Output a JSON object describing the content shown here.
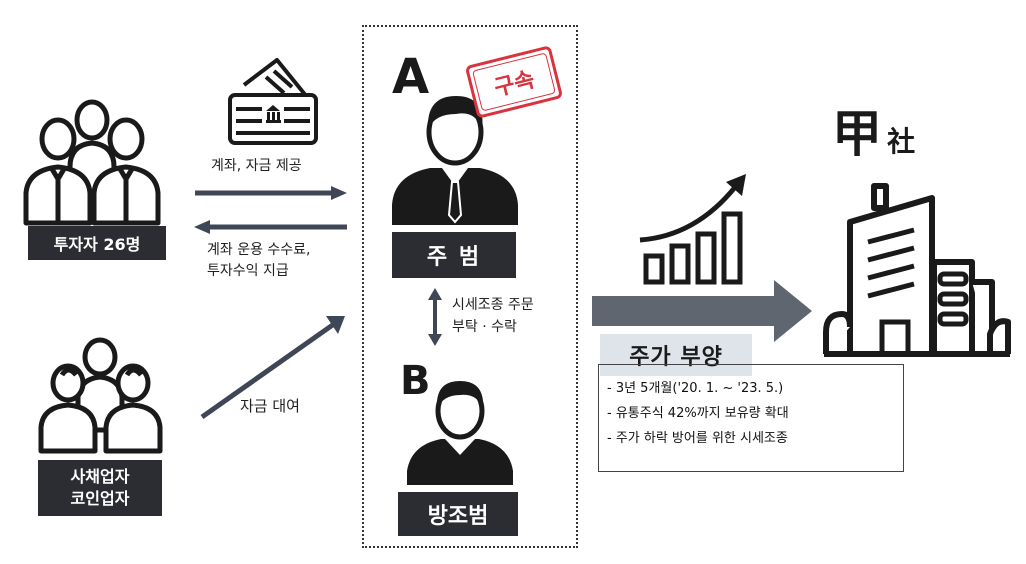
{
  "investors": {
    "label": "투자자 26명"
  },
  "lenders": {
    "label_line1": "사채업자",
    "label_line2": "코인업자"
  },
  "arrows": {
    "provide": "계좌, 자금 제공",
    "fee_line1": "계좌 운용 수수료,",
    "fee_line2": "투자수익 지급",
    "loan": "자금 대여",
    "request_line1": "시세조종 주문",
    "request_line2": "부탁 · 수락"
  },
  "principal": {
    "letter": "A",
    "label": "주 범",
    "stamp": "구속"
  },
  "accomplice": {
    "letter": "B",
    "label": "방조범"
  },
  "company": {
    "name_big": "甲",
    "name_small": "社"
  },
  "price": {
    "label": "주가 부양",
    "bullets": [
      "- 3년 5개월('20. 1. ~ '23. 5.)",
      "- 유통주식 42%까지 보유량 확대",
      "- 주가 하락 방어를 위한 시세조종"
    ]
  },
  "colors": {
    "dark": "#2b2d33",
    "arrow": "#3f4655",
    "stamp": "#d9333f",
    "price_label_bg": "#dfe3ea",
    "big_arrow": "#5f6670"
  }
}
